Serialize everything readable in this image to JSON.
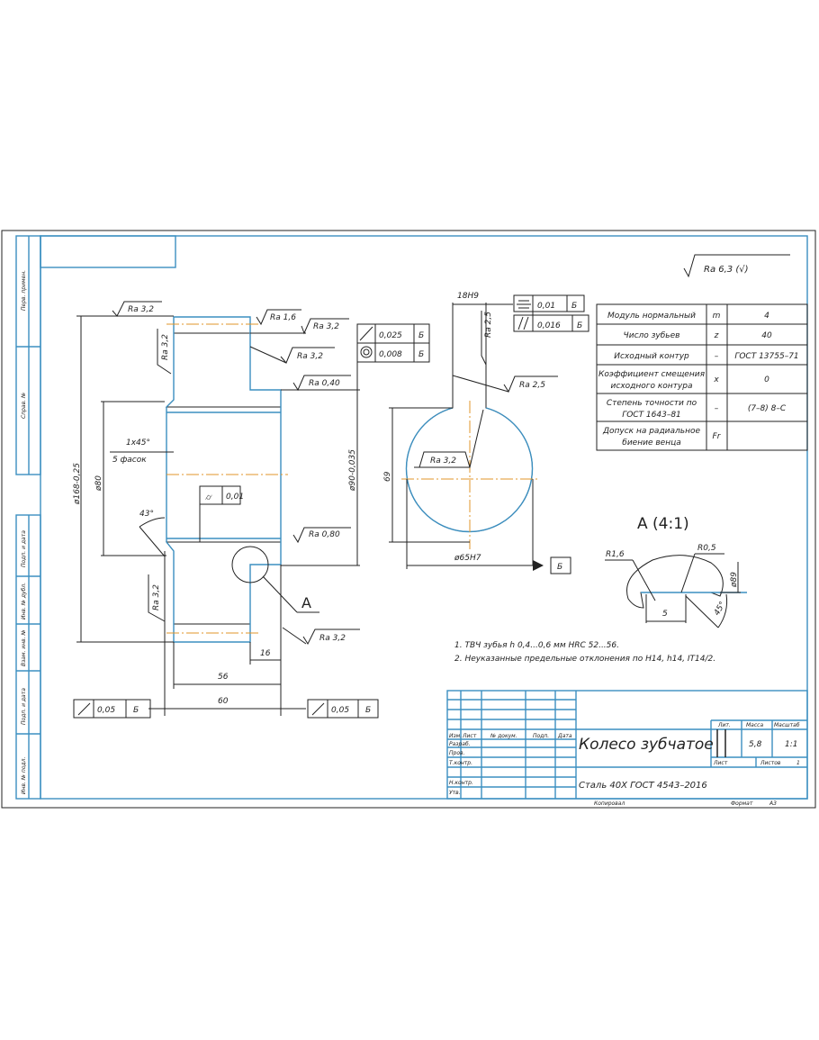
{
  "sheet": {
    "roughness_general": "Ra 6,3 (√)",
    "side_strip": [
      "Перв. примен.",
      "Справ. №",
      "Подп. и дата",
      "Инв. № дубл.",
      "Взам. инв. №",
      "Подп. и дата",
      "Инв. № подл."
    ]
  },
  "main_view": {
    "roughness": [
      "Ra 3,2",
      "Ra 1,6",
      "Ra 3,2",
      "Ra 3,2",
      "Ra 0,40",
      "Ra 3,2",
      "Ra 0,80",
      "Ra 3,2",
      "Ra 3,2"
    ],
    "dims": {
      "d168": "ø168-0,25",
      "d80": "ø80",
      "d90": "ø90-0,035",
      "chamfer": "1x45°",
      "chamfer_count": "5 фасок",
      "angle": "43°",
      "w16": "16",
      "w56": "56",
      "w60": "60"
    },
    "detail_mark": "A",
    "tol_cyl": {
      "value": "0,01"
    },
    "runout_left": {
      "value": "0,05",
      "datum": "Б"
    },
    "runout_right": {
      "value": "0,05",
      "datum": "Б"
    },
    "tol_stack": [
      {
        "value": "0,025",
        "datum": "Б"
      },
      {
        "value": "0,008",
        "datum": "Б"
      }
    ]
  },
  "side_view": {
    "key_width": "18H9",
    "roughness": [
      "Ra 2,5",
      "Ra 2,5",
      "Ra 3,2"
    ],
    "depth": "69",
    "bore": "ø65H7",
    "datum": "Б",
    "tol_frames": [
      {
        "value": "0,01",
        "datum": "Б"
      },
      {
        "value": "0,016",
        "datum": "Б"
      }
    ]
  },
  "gear_table": [
    {
      "param": [
        "Модуль нормальный"
      ],
      "sym": "m",
      "val": "4"
    },
    {
      "param": [
        "Число зубьев"
      ],
      "sym": "z",
      "val": "40"
    },
    {
      "param": [
        "Исходный контур"
      ],
      "sym": "–",
      "val": "ГОСТ 13755–71"
    },
    {
      "param": [
        "Коэффициент смещения",
        "исходного контура"
      ],
      "sym": "x",
      "val": "0"
    },
    {
      "param": [
        "Степень точности по",
        "ГОСТ 1643–81"
      ],
      "sym": "–",
      "val": "(7–8) 8–С"
    },
    {
      "param": [
        "Допуск на радиальное",
        "биение венца"
      ],
      "sym": "Fr",
      "val": ""
    }
  ],
  "detail_view": {
    "title": "A (4:1)",
    "r1": "R1,6",
    "r2": "R0,5",
    "d": "ø89",
    "w": "5",
    "angle": "45°"
  },
  "notes": [
    "1. ТВЧ зубья h 0,4...0,6 мм HRC 52...56.",
    "2. Неуказанные предельные отклонения по H14, h14, IT14/2."
  ],
  "title_block": {
    "name": "Колесо зубчатое",
    "material": "Сталь 40Х ГОСТ 4543–2016",
    "headers": [
      "Изм.",
      "Лист",
      "№ докум.",
      "Подп.",
      "Дата"
    ],
    "roles": [
      "Разраб.",
      "Пров.",
      "Т.контр.",
      "",
      "Н.контр.",
      "Утв."
    ],
    "lit_label": "Лит.",
    "mass_label": "Масса",
    "scale_label": "Масштаб",
    "mass": "5,8",
    "scale": "1:1",
    "sheet_label": "Лист",
    "sheets_label": "Листов",
    "sheets": "1",
    "copied": "Копировал",
    "format_label": "Формат",
    "format": "А3"
  }
}
